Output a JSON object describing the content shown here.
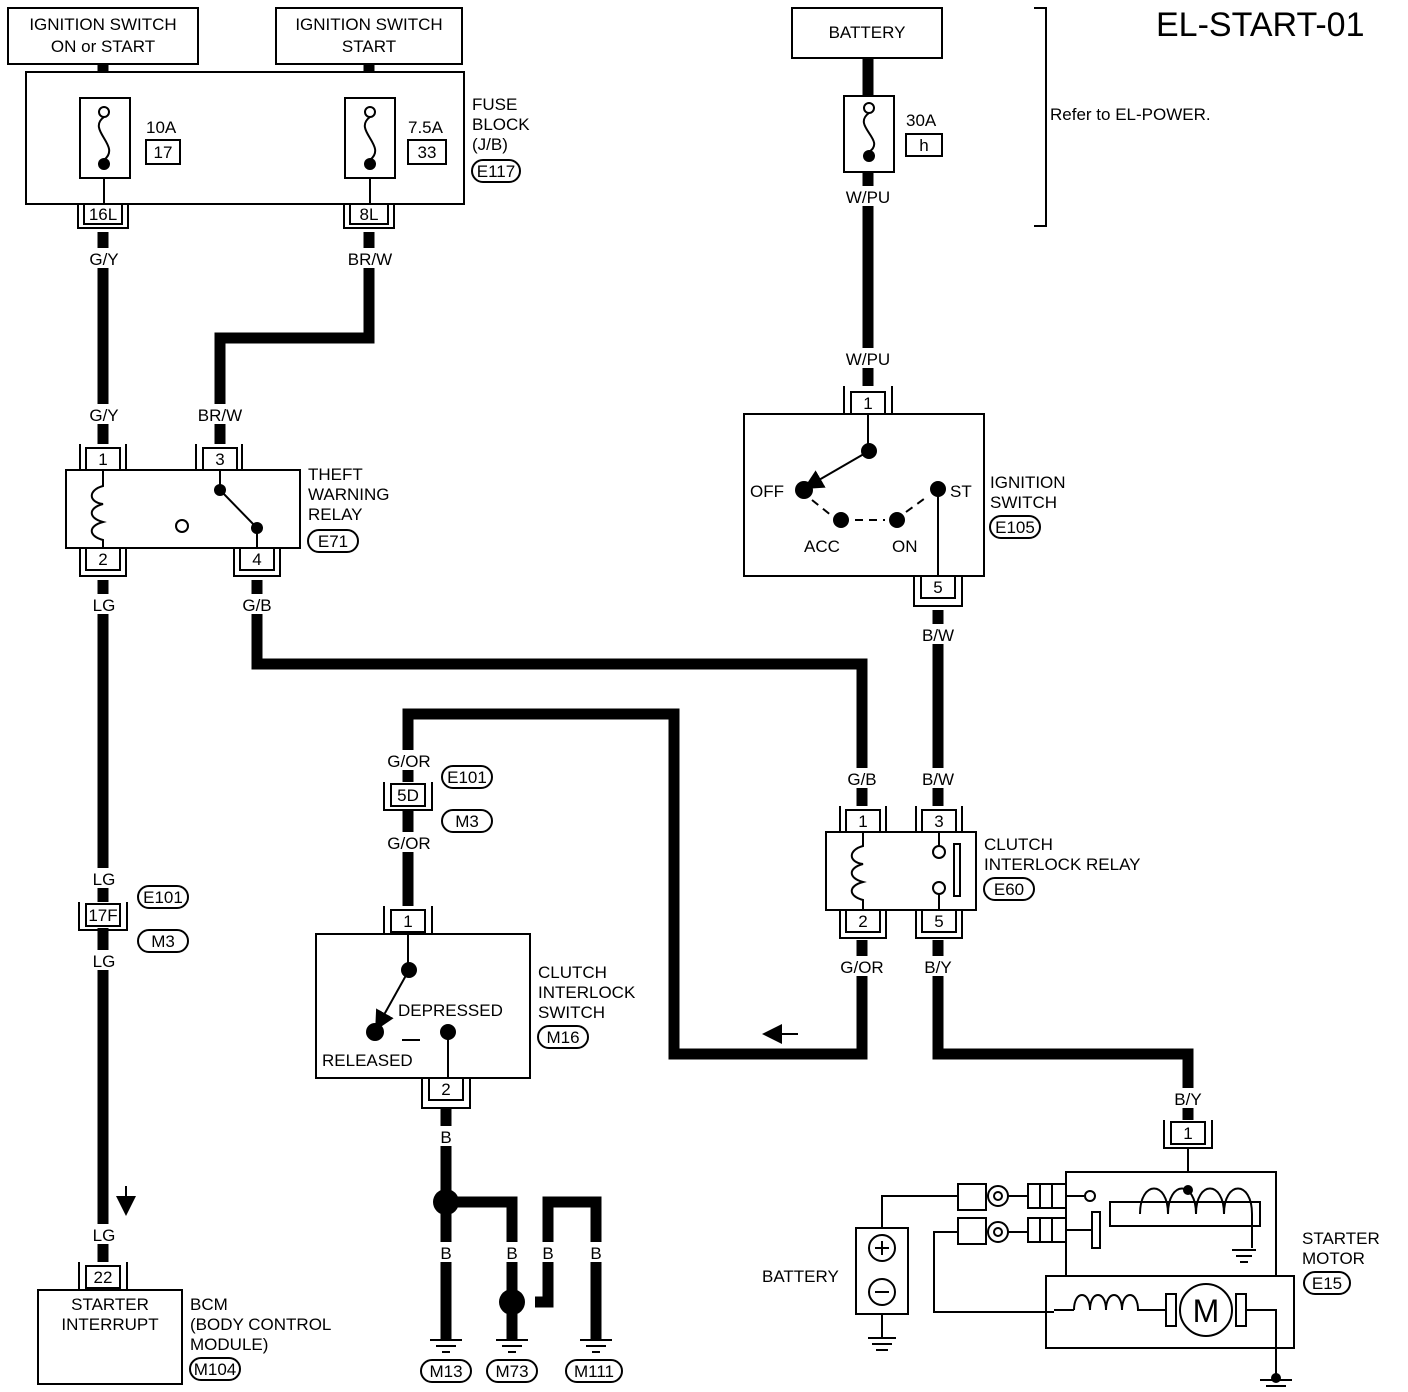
{
  "title": "EL-START-01",
  "refer_note": "Refer to EL-POWER.",
  "sources": {
    "ign_on_start": [
      "IGNITION SWITCH",
      "ON or START"
    ],
    "ign_start": [
      "IGNITION SWITCH",
      "START"
    ],
    "battery": "BATTERY"
  },
  "fuse_block": {
    "label": [
      "FUSE",
      "BLOCK",
      "(J/B)"
    ],
    "connector": "E117",
    "fuse_left_amps": "10A",
    "fuse_left_num": "17",
    "fuse_right_amps": "7.5A",
    "fuse_right_num": "33",
    "term_left": "16L",
    "term_right": "8L"
  },
  "battery_fuse": {
    "amps": "30A",
    "num": "h"
  },
  "theft_relay": {
    "label": [
      "THEFT",
      "WARNING",
      "RELAY"
    ],
    "connector": "E71",
    "pins": [
      "1",
      "3",
      "2",
      "4"
    ]
  },
  "ignition_switch": {
    "label": [
      "IGNITION",
      "SWITCH"
    ],
    "connector": "E105",
    "pin_in": "1",
    "pin_out": "5",
    "positions": {
      "off": "OFF",
      "acc": "ACC",
      "on": "ON",
      "st": "ST"
    }
  },
  "clutch_relay": {
    "label": [
      "CLUTCH",
      "INTERLOCK RELAY"
    ],
    "connector": "E60",
    "pins": [
      "1",
      "3",
      "2",
      "5"
    ]
  },
  "clutch_switch": {
    "label": [
      "CLUTCH",
      "INTERLOCK",
      "SWITCH"
    ],
    "connector": "M16",
    "pin_in": "1",
    "pin_out": "2",
    "depressed": "DEPRESSED",
    "released": "RELEASED"
  },
  "junctions": {
    "j5d": "5D",
    "j17f": "17F",
    "e101": "E101",
    "m3": "M3"
  },
  "bcm": {
    "pin": "22",
    "box": [
      "STARTER",
      "INTERRUPT"
    ],
    "label": [
      "BCM",
      "(BODY CONTROL",
      "MODULE)"
    ],
    "connector": "M104"
  },
  "starter": {
    "label": [
      "STARTER",
      "MOTOR"
    ],
    "connector": "E15",
    "pin": "1",
    "motor": "M",
    "battery_label": "BATTERY"
  },
  "grounds": [
    "M13",
    "M73",
    "M111"
  ],
  "wires": {
    "gy": "G/Y",
    "brw": "BR/W",
    "wpu": "W/PU",
    "lg": "LG",
    "gb": "G/B",
    "bw": "B/W",
    "gor": "G/OR",
    "by": "B/Y",
    "b": "B"
  }
}
